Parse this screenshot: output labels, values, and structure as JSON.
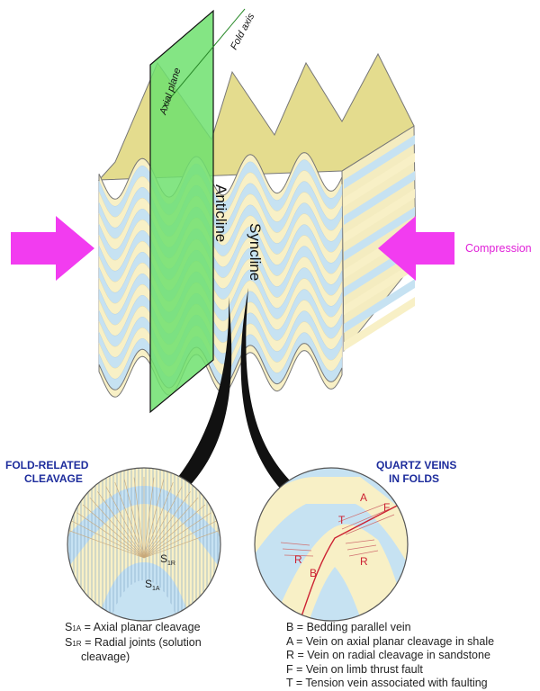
{
  "labels": {
    "axial_plane": "Axial plane",
    "fold_axis": "Fold axis",
    "anticline": "Anticline",
    "syncline": "Syncline",
    "compression": "Compression",
    "fold_related_line1": "FOLD-RELATED",
    "fold_related_line2": "CLEAVAGE",
    "quartz_line1": "QUARTZ VEINS",
    "quartz_line2": "IN FOLDS",
    "s1r_main": "S",
    "s1r_sub": "1R",
    "s1a_main": "S",
    "s1a_sub": "1A",
    "vein_A": "A",
    "vein_F": "F",
    "vein_T": "T",
    "vein_R": "R",
    "vein_B": "B"
  },
  "legend_left": {
    "s1a_text": "= Axial planar cleavage",
    "s1r_text": "= Radial joints (solution",
    "s1r_text2": "cleavage)"
  },
  "legend_right": [
    "B = Bedding parallel vein",
    "A = Vein on axial planar cleavage in shale",
    "R = Vein on radial cleavage in sandstone",
    "F = Vein on limb thrust fault",
    "T = Tension vein associated with faulting"
  ],
  "colors": {
    "sandstone": "#f8f0c6",
    "shale": "#c6e2f2",
    "top_surface": "#e4dc8e",
    "axial_plane": "#6ee06e",
    "compression_arrow": "#f23cf0",
    "heading": "#1d2c9c",
    "vein": "#cc2233",
    "outline": "#555555"
  }
}
